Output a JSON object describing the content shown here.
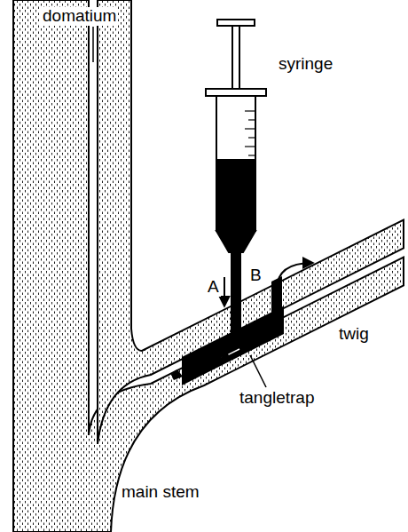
{
  "diagram": {
    "labels": [
      "domatium",
      "syringe",
      "A",
      "B",
      "twig",
      "tangletrap",
      "main stem"
    ]
  }
}
